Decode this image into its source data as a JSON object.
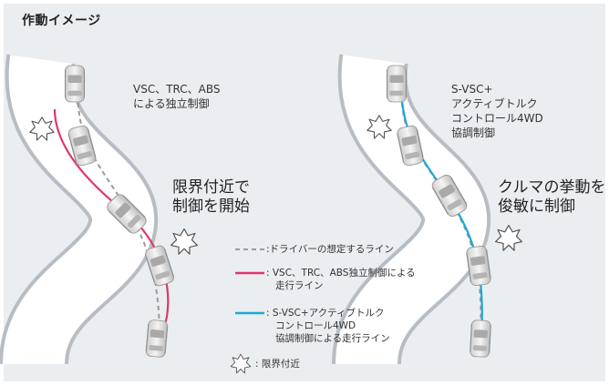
{
  "title": "作動イメージ",
  "left": {
    "caption": [
      "VSC、TRC、ABS",
      "による独立制御"
    ],
    "callout": [
      "限界付近で",
      "制御を開始"
    ]
  },
  "right": {
    "caption": [
      "S-VSC+",
      "アクティブトルク",
      "コントロール4WD",
      "協調制御"
    ],
    "callout": [
      "クルマの挙動を",
      "俊敏に制御"
    ]
  },
  "legend": {
    "dashed": ":ドライバーの想定するライン",
    "red": [
      ": VSC、TRC、ABS独立制御による",
      "走行ライン"
    ],
    "blue": [
      ": S-VSC+アクティブトルク",
      "コントロール4WD",
      "協調制御による走行ライン"
    ],
    "limit": ": 限界付近"
  },
  "colors": {
    "background": "#ebeef1",
    "road": "#ffffff",
    "dashed_line": "#9a9a9a",
    "red_line": "#e0366e",
    "blue_line": "#1aa7d8"
  }
}
